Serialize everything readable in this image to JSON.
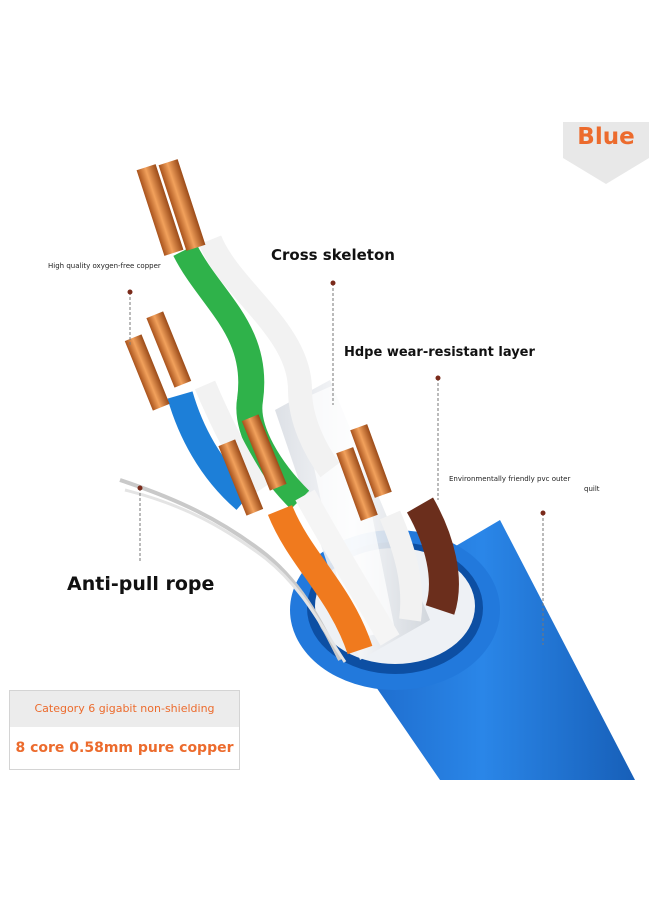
{
  "badge": {
    "text": "Blue",
    "color": "#ec6b2d"
  },
  "labels": {
    "high_quality_copper": "High quality oxygen-free copper",
    "cross_skeleton": "Cross skeleton",
    "hdpe_layer": "Hdpe wear-resistant layer",
    "pvc_quilt_line1": "Environmentally friendly pvc outer",
    "pvc_quilt_line2": "quilt",
    "anti_pull_rope": "Anti-pull rope"
  },
  "spec": {
    "category": "Category 6 gigabit non-shielding",
    "core": "8 core 0.58mm pure copper"
  },
  "colors": {
    "jacket": "#1f73d6",
    "copper": "#c8702e",
    "green_pair": "#2fb24a",
    "blue_pair": "#1d7fd8",
    "orange_pair": "#f07a1e",
    "brown_pair": "#6b2e1c",
    "accent": "#ec6b2d"
  }
}
